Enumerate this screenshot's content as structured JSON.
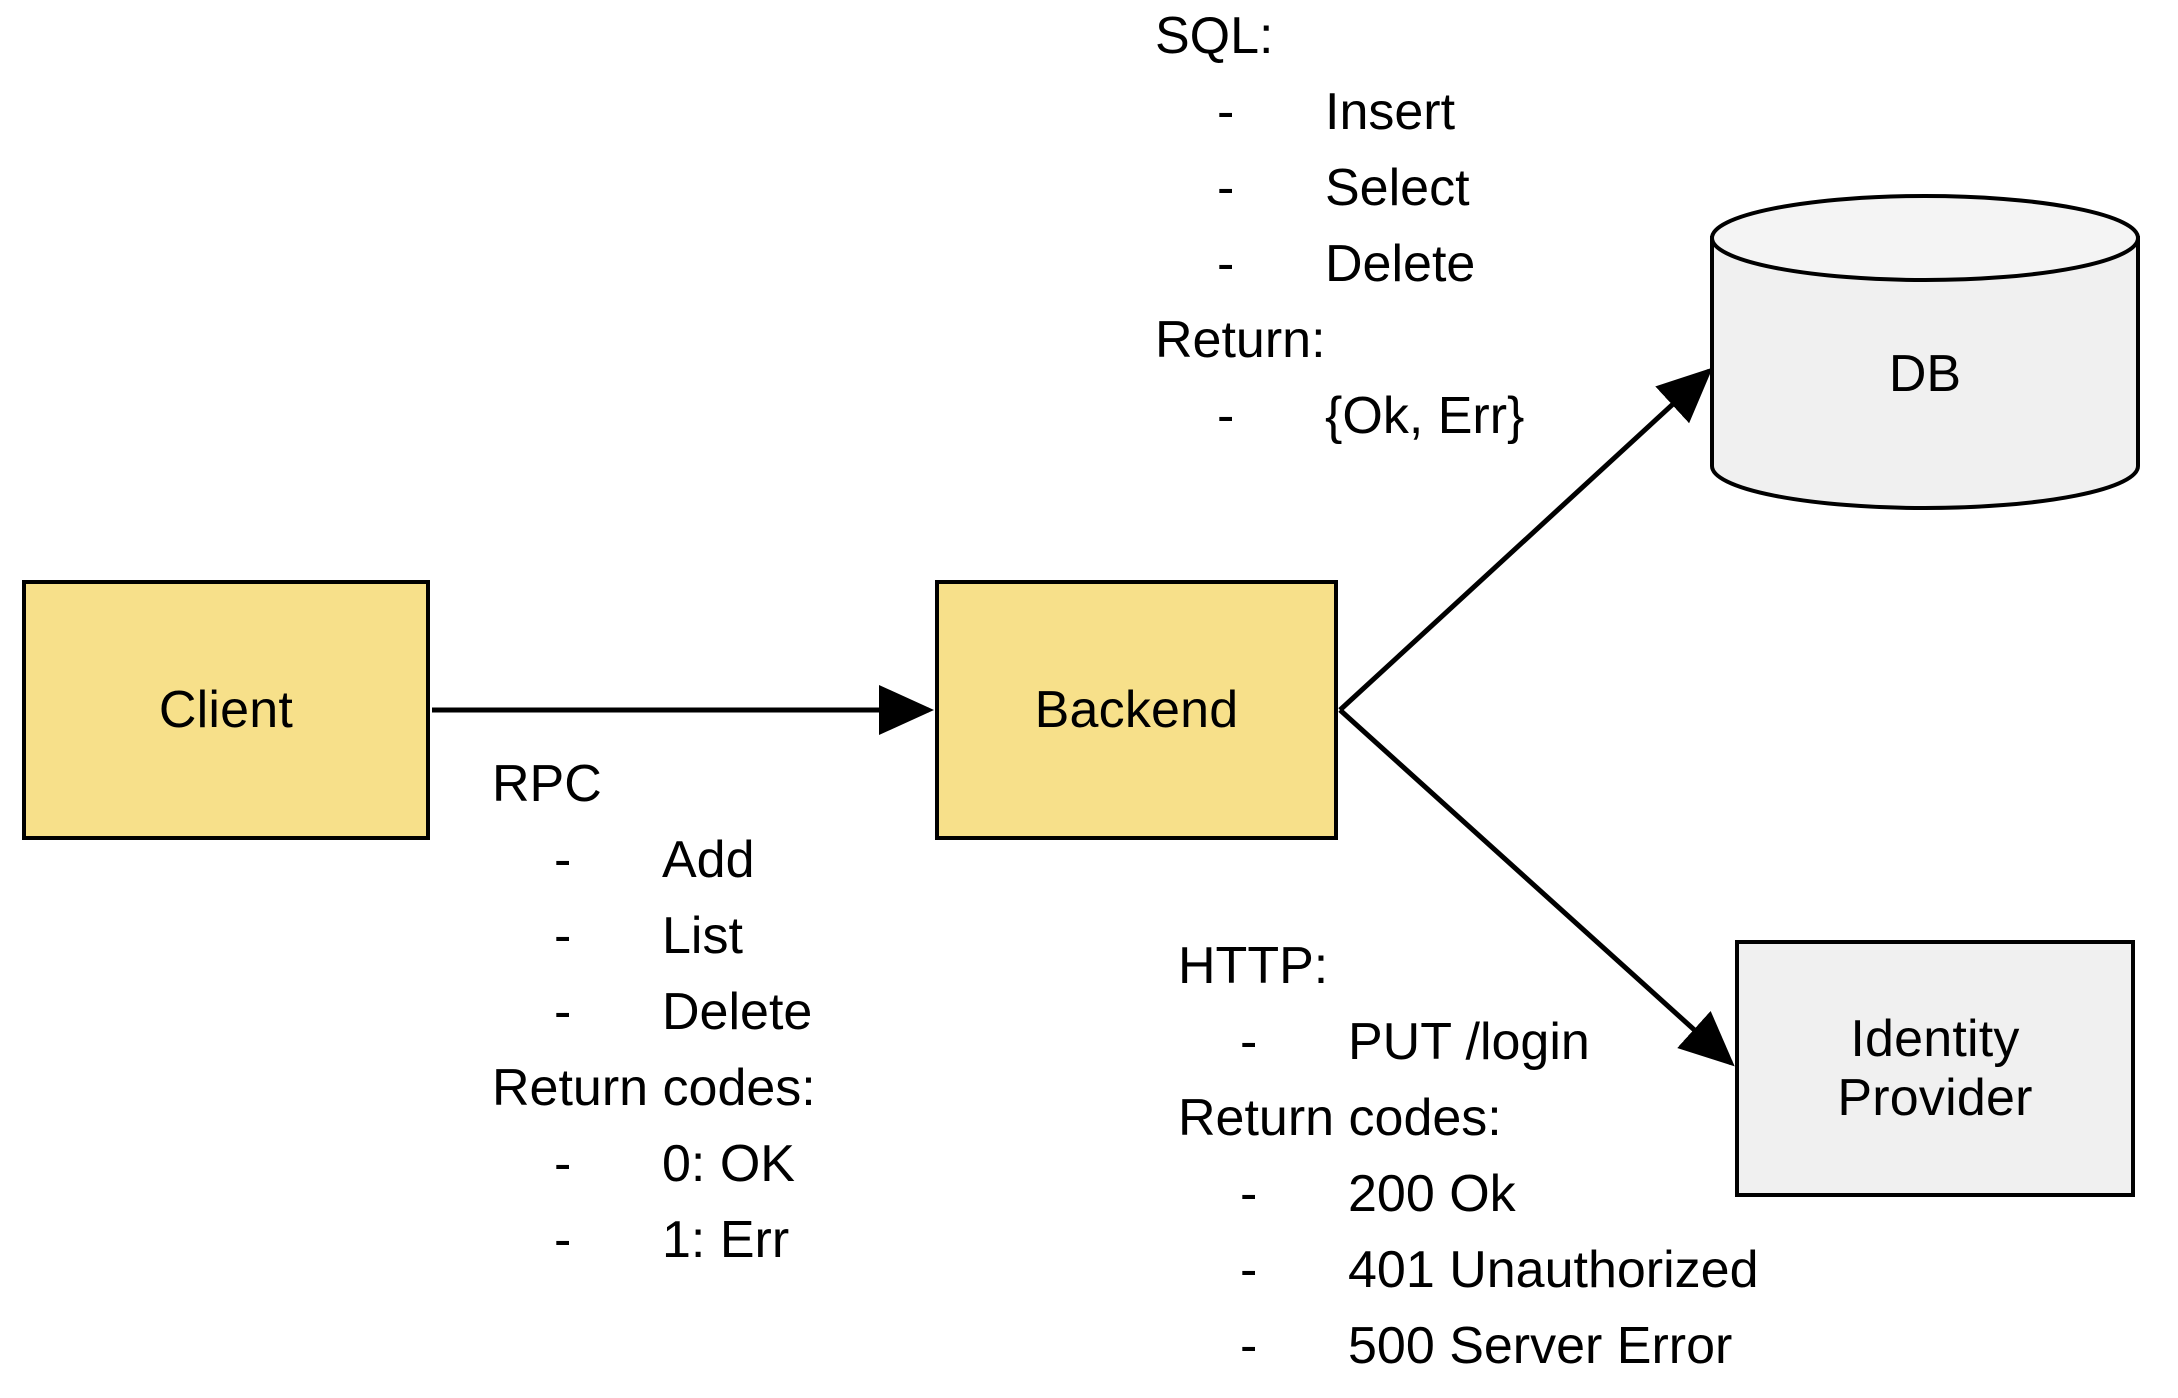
{
  "diagram": {
    "title": "Client / Backend / DB / Identity Provider architecture",
    "colors": {
      "service_fill": "#f7e08a",
      "store_fill": "#f0f0f0",
      "stroke": "#000000",
      "background": "#ffffff"
    }
  },
  "nodes": {
    "client": {
      "label": "Client",
      "shape": "rectangle",
      "fill": "#f7e08a"
    },
    "backend": {
      "label": "Backend",
      "shape": "rectangle",
      "fill": "#f7e08a"
    },
    "db": {
      "label": "DB",
      "shape": "cylinder",
      "fill": "#f0f0f0"
    },
    "identity_provider": {
      "label": "Identity\nProvider",
      "shape": "rectangle",
      "fill": "#f0f0f0"
    }
  },
  "edges": {
    "client_to_backend": {
      "from": "Client",
      "to": "Backend",
      "protocol": "RPC"
    },
    "backend_to_db": {
      "from": "Backend",
      "to": "DB",
      "protocol": "SQL"
    },
    "backend_to_idp": {
      "from": "Backend",
      "to": "Identity Provider",
      "protocol": "HTTP"
    }
  },
  "annotations": {
    "sql": {
      "heading": "SQL:",
      "items": [
        "Insert",
        "Select",
        "Delete"
      ],
      "return_heading": "Return:",
      "return_items": [
        "{Ok, Err}"
      ],
      "dash": "-"
    },
    "rpc": {
      "heading": "RPC",
      "items": [
        "Add",
        "List",
        "Delete"
      ],
      "return_heading": "Return codes:",
      "return_items": [
        "0: OK",
        "1: Err"
      ],
      "dash": "-"
    },
    "http": {
      "heading": "HTTP:",
      "items": [
        "PUT /login"
      ],
      "return_heading": "Return codes:",
      "return_items": [
        "200 Ok",
        "401 Unauthorized",
        "500 Server Error"
      ],
      "dash": "-"
    }
  }
}
